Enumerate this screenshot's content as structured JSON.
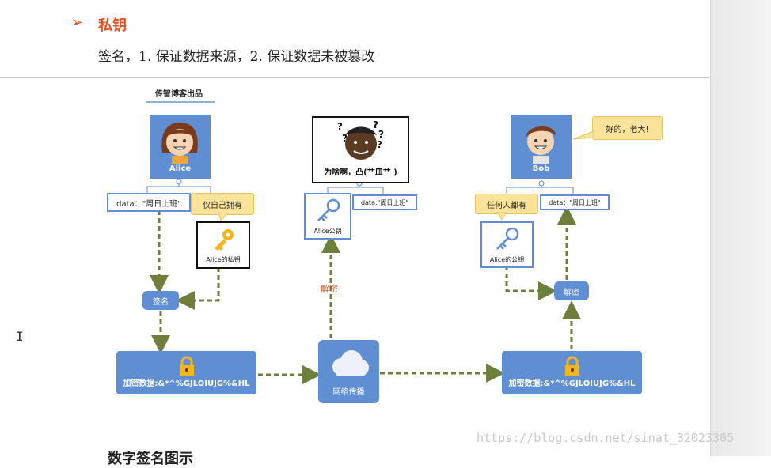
{
  "header": {
    "bullet": "➢",
    "title": "私钥",
    "subtitle": "签名，1. 保证数据来源，2. 保证数据未被篡改"
  },
  "brand": "传智博客出品",
  "alice": {
    "name": "Alice",
    "data": "data：\"周日上班\"",
    "bubble": "仅自己拥有",
    "private_key": "Alice的私钥"
  },
  "middle": {
    "caption": "为啥啊，凸(艹皿艹 )",
    "public_key": "Alice公钥",
    "data": "data:\"周日上班\"",
    "decrypt": "解密",
    "network": "网络传播"
  },
  "bob": {
    "name": "Bob",
    "bubble": "好的，老大!",
    "anyone": "任何人都有",
    "public_key": "Alice的公钥",
    "data": "data：\"周日上班\""
  },
  "sign": "签名",
  "decrypt_pill": "解密",
  "encrypted_left": "加密数据:&*^%GJLOIUJG%&HL",
  "encrypted_right": "加密数据:&*^%GJLOIUJG%&HL",
  "watermark": "https://blog.csdn.net/sinat_32023305",
  "bottom_heading": "数字签名图示",
  "cursor_glyph": "I",
  "colors": {
    "accent": "#e2511f",
    "card_blue": "#5f8ed3",
    "arrow_green": "#6e7f3b",
    "bubble_yellow": "#fbe49a"
  }
}
